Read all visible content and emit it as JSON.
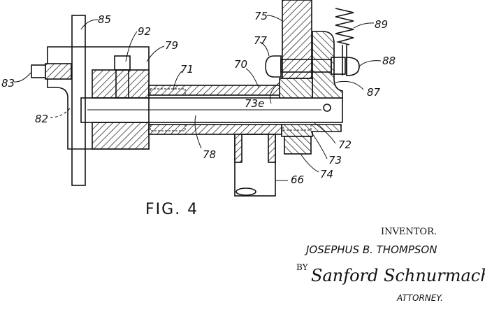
{
  "figure": {
    "title": "FIG. 4",
    "labels": {
      "l85": "85",
      "l92": "92",
      "l79": "79",
      "l71": "71",
      "l70": "70",
      "l75": "75",
      "l77": "77",
      "l89": "89",
      "l88": "88",
      "l87": "87",
      "l83": "83",
      "l82": "82",
      "l73e": "73e",
      "l78": "78",
      "l72": "72",
      "l73": "73",
      "l74": "74",
      "l66": "66"
    }
  },
  "signature_block": {
    "inventor_caption": "INVENTOR.",
    "inventor_name": "JOSEPHUS B. THOMPSON",
    "by": "BY",
    "attorney_signature": "Sanford Schnurmacher",
    "attorney_caption": "ATTORNEY."
  }
}
